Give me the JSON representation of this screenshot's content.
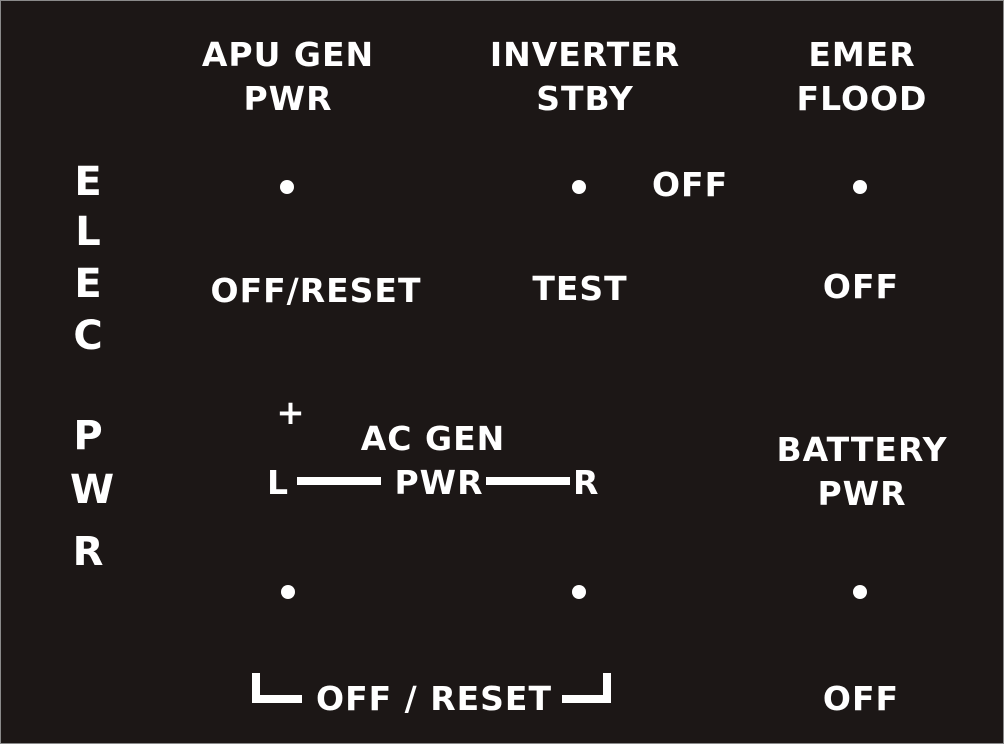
{
  "side_title": {
    "letters_top": [
      "E",
      "L",
      "E",
      "C"
    ],
    "letters_bottom": [
      "P",
      "W",
      "R"
    ]
  },
  "apu_gen": {
    "line1": "APU GEN",
    "line2": "PWR",
    "off_label": "OFF/RESET"
  },
  "inverter": {
    "line1": "INVERTER",
    "line2": "STBY",
    "off_label": "OFF",
    "test_label": "TEST"
  },
  "emer_flood": {
    "line1": "EMER",
    "line2": "FLOOD",
    "off_label": "OFF"
  },
  "ac_gen": {
    "plus": "+",
    "line1": "AC GEN",
    "line2": "PWR",
    "left": "L",
    "right": "R",
    "bottom_label": "OFF / RESET"
  },
  "battery": {
    "line1": "BATTERY",
    "line2": "PWR",
    "off_label": "OFF"
  },
  "colors": {
    "background": "#1c1716",
    "text": "#ffffff"
  }
}
